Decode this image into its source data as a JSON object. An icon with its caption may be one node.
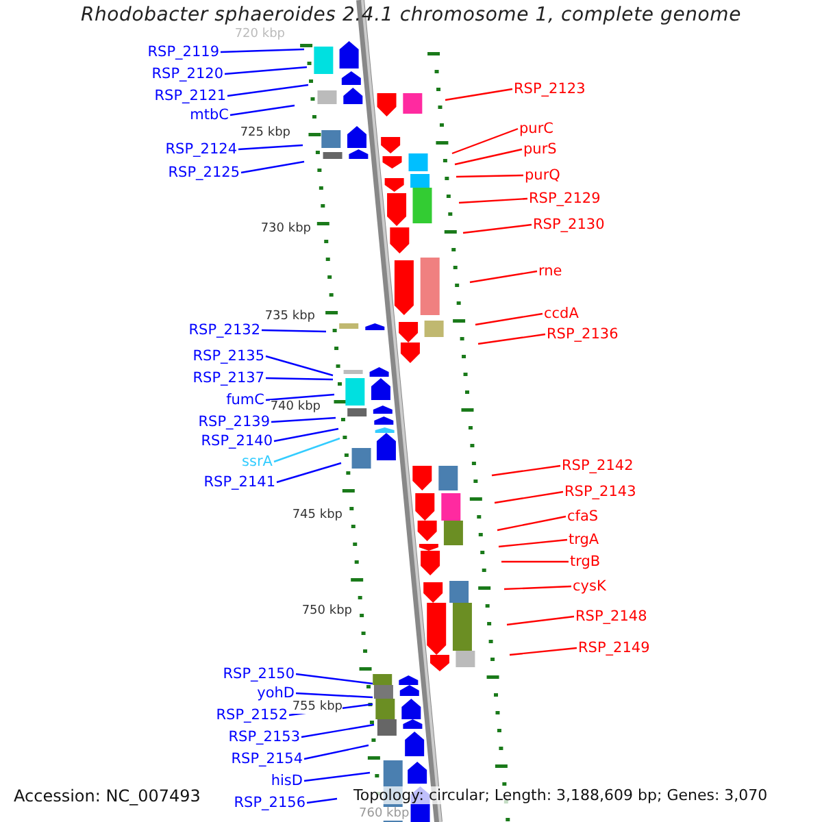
{
  "diagram": {
    "title": "Rhodobacter sphaeroides 2.4.1 chromosome 1, complete genome",
    "nodes": [
      {
        "text": [
          "RSP_2119"
        ]
      },
      {
        "text": [
          "RSP_2120"
        ]
      },
      {
        "text": [
          "RSP_2121"
        ]
      },
      {
        "text": [
          "mtbC"
        ]
      },
      {
        "text": [
          "RSP_2124"
        ]
      },
      {
        "text": [
          "RSP_2125"
        ]
      },
      {
        "text": [
          "RSP_2132"
        ]
      },
      {
        "text": [
          "RSP_2135"
        ]
      },
      {
        "text": [
          "RSP_2137"
        ]
      },
      {
        "text": [
          "fumC"
        ]
      },
      {
        "text": [
          "RSP_2139"
        ]
      },
      {
        "text": [
          "RSP_2140"
        ]
      },
      {
        "text": [
          "ssrA"
        ]
      },
      {
        "text": [
          "RSP_2141"
        ]
      },
      {
        "text": [
          "RSP_2150"
        ]
      },
      {
        "text": [
          "yohD"
        ]
      },
      {
        "text": [
          "RSP_2152"
        ]
      },
      {
        "text": [
          "RSP_2153"
        ]
      },
      {
        "text": [
          "RSP_2154"
        ]
      },
      {
        "text": [
          "hisD"
        ]
      },
      {
        "text": [
          "RSP_2156"
        ]
      },
      {
        "text": [
          "RSP_2123"
        ]
      },
      {
        "text": [
          "purC"
        ]
      },
      {
        "text": [
          "purS"
        ]
      },
      {
        "text": [
          "purQ"
        ]
      },
      {
        "text": [
          "RSP_2129"
        ]
      },
      {
        "text": [
          "RSP_2130"
        ]
      },
      {
        "text": [
          "rne"
        ]
      },
      {
        "text": [
          "ccdA"
        ]
      },
      {
        "text": [
          "RSP_2136"
        ]
      },
      {
        "text": [
          "RSP_2142"
        ]
      },
      {
        "text": [
          "RSP_2143"
        ]
      },
      {
        "text": [
          "cfaS"
        ]
      },
      {
        "text": [
          "trgA"
        ]
      },
      {
        "text": [
          "trgB"
        ]
      },
      {
        "text": [
          "cysK"
        ]
      },
      {
        "text": [
          "RSP_2148"
        ]
      },
      {
        "text": [
          "RSP_2149"
        ]
      }
    ],
    "edges": [
      {
        "from": 0,
        "to": null,
        "arrow": "none"
      },
      {
        "from": 1,
        "to": null,
        "arrow": "none"
      },
      {
        "from": 2,
        "to": null,
        "arrow": "none"
      },
      {
        "from": 3,
        "to": null,
        "arrow": "none"
      },
      {
        "from": 4,
        "to": null,
        "arrow": "none"
      },
      {
        "from": 5,
        "to": null,
        "arrow": "none"
      },
      {
        "from": 6,
        "to": null,
        "arrow": "none"
      },
      {
        "from": 7,
        "to": null,
        "arrow": "none"
      },
      {
        "from": 8,
        "to": null,
        "arrow": "none"
      },
      {
        "from": 9,
        "to": null,
        "arrow": "none"
      },
      {
        "from": 10,
        "to": null,
        "arrow": "none"
      },
      {
        "from": 11,
        "to": null,
        "arrow": "none"
      },
      {
        "from": 12,
        "to": null,
        "arrow": "none",
        "color": "#33ccff"
      },
      {
        "from": 13,
        "to": null,
        "arrow": "none"
      },
      {
        "from": 14,
        "to": null,
        "arrow": "none"
      },
      {
        "from": 15,
        "to": null,
        "arrow": "none"
      },
      {
        "from": 16,
        "to": null,
        "arrow": "none"
      },
      {
        "from": 17,
        "to": null,
        "arrow": "none"
      },
      {
        "from": 18,
        "to": null,
        "arrow": "none"
      },
      {
        "from": 19,
        "to": null,
        "arrow": "none"
      },
      {
        "from": 20,
        "to": null,
        "arrow": "none"
      },
      {
        "from": 21,
        "to": null,
        "arrow": "none",
        "color": "#ff0000"
      },
      {
        "from": 22,
        "to": null,
        "arrow": "none",
        "color": "#ff0000"
      },
      {
        "from": 23,
        "to": null,
        "arrow": "none",
        "color": "#ff0000"
      },
      {
        "from": 24,
        "to": null,
        "arrow": "none",
        "color": "#ff0000"
      },
      {
        "from": 25,
        "to": null,
        "arrow": "none",
        "color": "#ff0000"
      },
      {
        "from": 26,
        "to": null,
        "arrow": "none",
        "color": "#ff0000"
      },
      {
        "from": 27,
        "to": null,
        "arrow": "none",
        "color": "#ff0000"
      },
      {
        "from": 28,
        "to": null,
        "arrow": "none",
        "color": "#ff0000"
      },
      {
        "from": 29,
        "to": null,
        "arrow": "none",
        "color": "#ff0000"
      },
      {
        "from": 30,
        "to": null,
        "arrow": "none",
        "color": "#ff0000"
      },
      {
        "from": 31,
        "to": null,
        "arrow": "none",
        "color": "#ff0000"
      },
      {
        "from": 32,
        "to": null,
        "arrow": "none",
        "color": "#ff0000"
      },
      {
        "from": 33,
        "to": null,
        "arrow": "none",
        "color": "#ff0000"
      },
      {
        "from": 34,
        "to": null,
        "arrow": "none",
        "color": "#ff0000"
      },
      {
        "from": 35,
        "to": null,
        "arrow": "none",
        "color": "#ff0000"
      },
      {
        "from": 36,
        "to": null,
        "arrow": "none",
        "color": "#ff0000"
      },
      {
        "from": 37,
        "to": null,
        "arrow": "none",
        "color": "#ff0000"
      }
    ],
    "labels": [
      "720 kbp",
      "725 kbp",
      "730 kbp",
      "735 kbp",
      "740 kbp",
      "745 kbp",
      "750 kbp",
      "755 kbp",
      "760 kbp",
      "Accession: NC_007493",
      "Topology: circular; Length: 3,188,609 bp; Genes: 3,070"
    ]
  }
}
